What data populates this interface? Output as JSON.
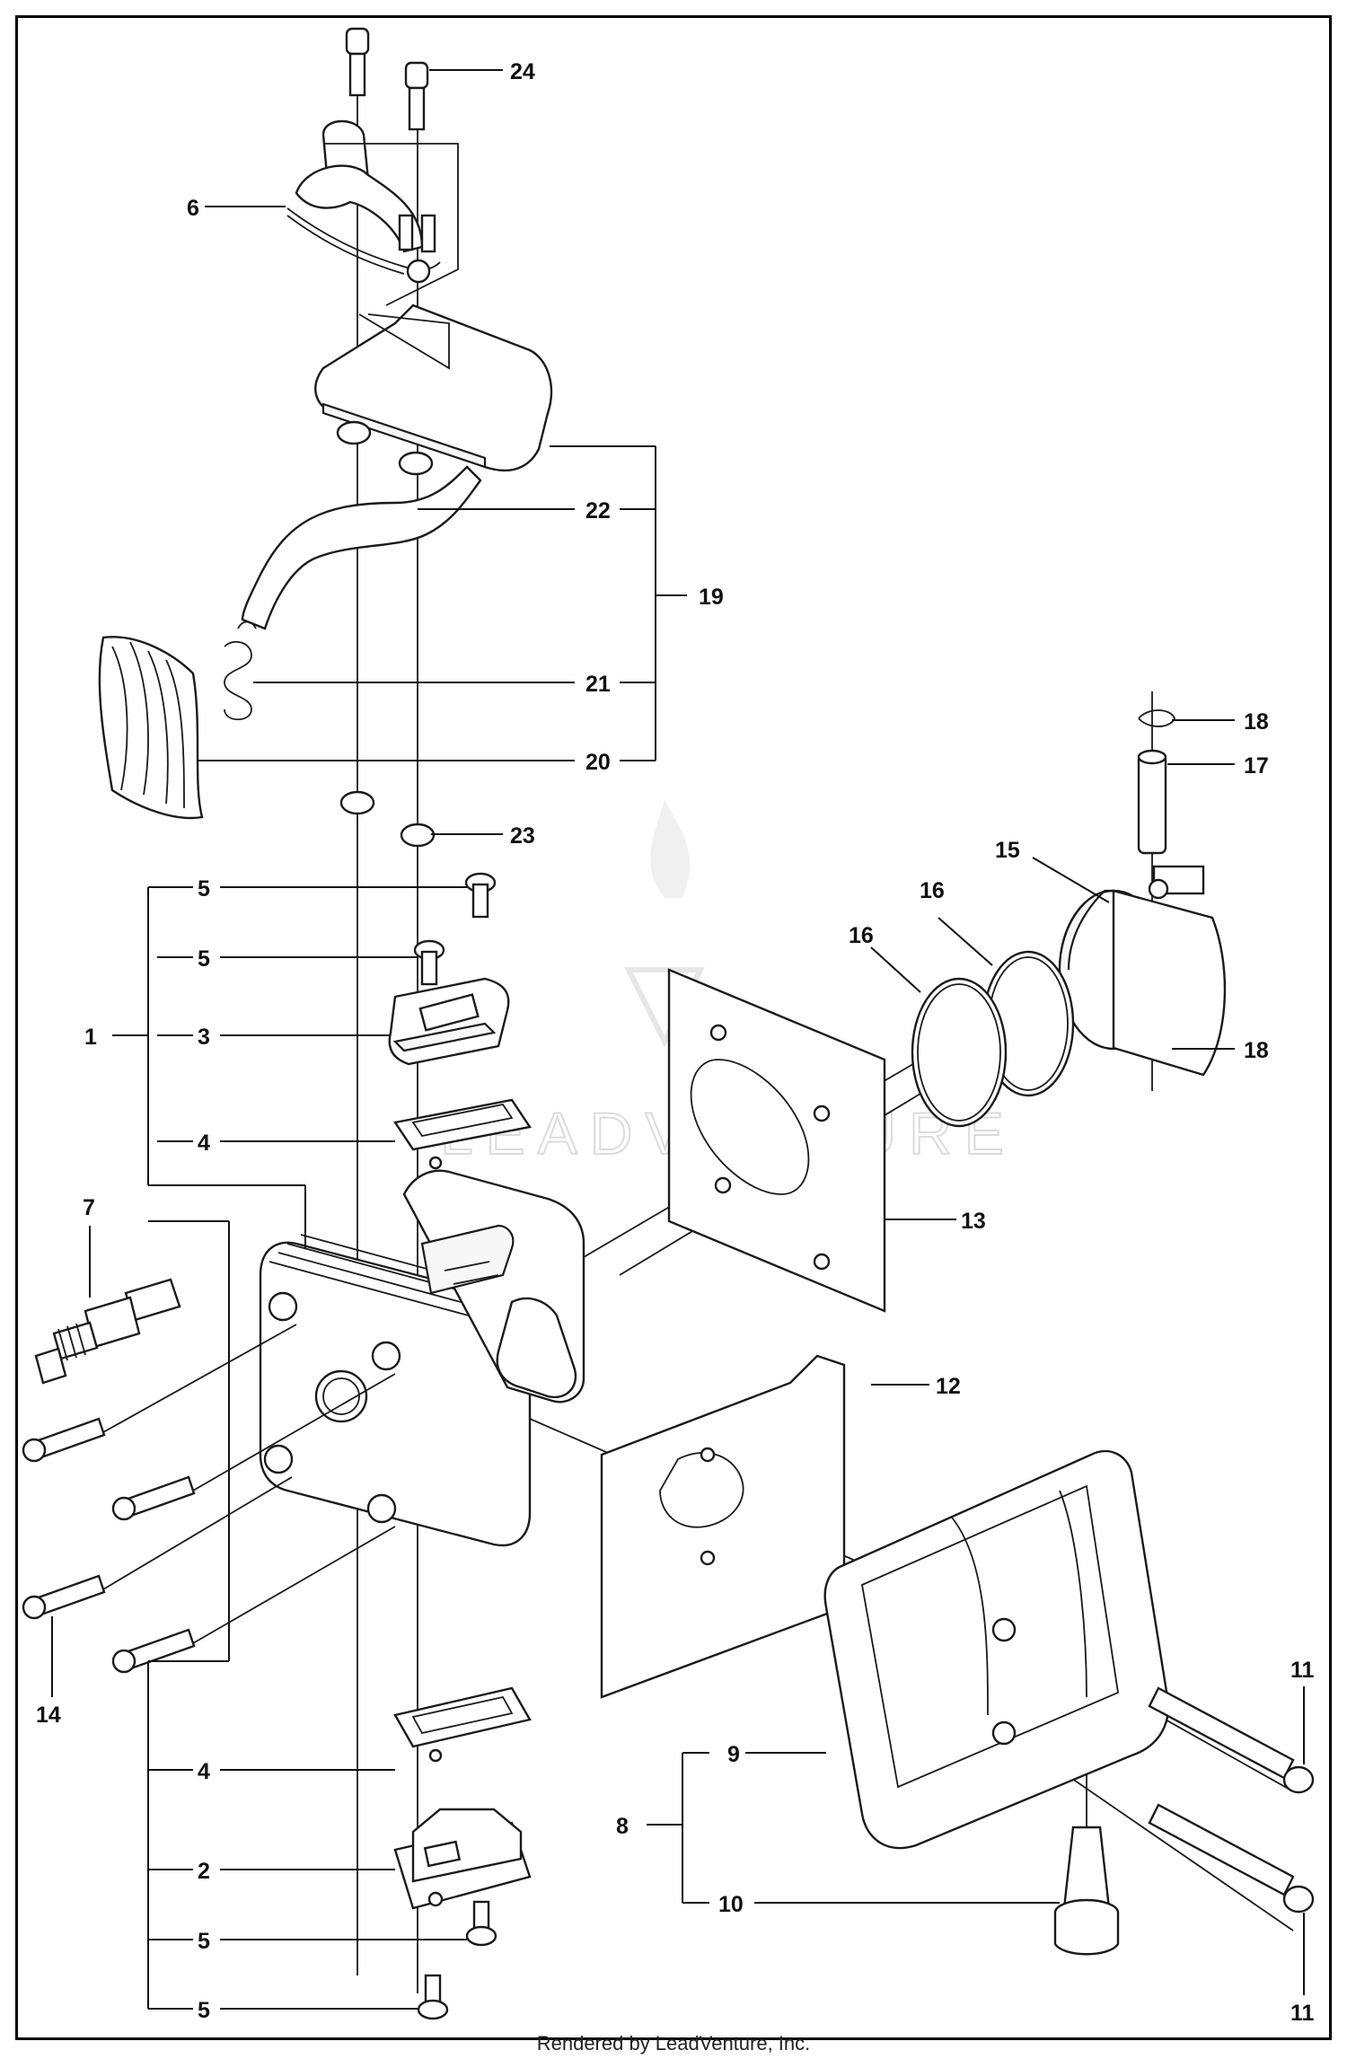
{
  "footer_text": "Rendered by LeadVenture, Inc.",
  "watermark_text": "LEADVENTURE",
  "callouts": {
    "c24": "24",
    "c6": "6",
    "c22": "22",
    "c19": "19",
    "c21": "21",
    "c20": "20",
    "c18a": "18",
    "c17": "17",
    "c23": "23",
    "c15": "15",
    "c16a": "16",
    "c16b": "16",
    "c5a": "5",
    "c5b": "5",
    "c1": "1",
    "c3": "3",
    "c18b": "18",
    "c4a": "4",
    "c13": "13",
    "c7": "7",
    "c12": "12",
    "c14": "14",
    "c11a": "11",
    "c9": "9",
    "c4b": "4",
    "c8": "8",
    "c2": "2",
    "c10": "10",
    "c5c": "5",
    "c5d": "5",
    "c11b": "11"
  },
  "colors": {
    "line": "#1a1a1a",
    "background": "#ffffff",
    "watermark": "#d8d8d8"
  }
}
